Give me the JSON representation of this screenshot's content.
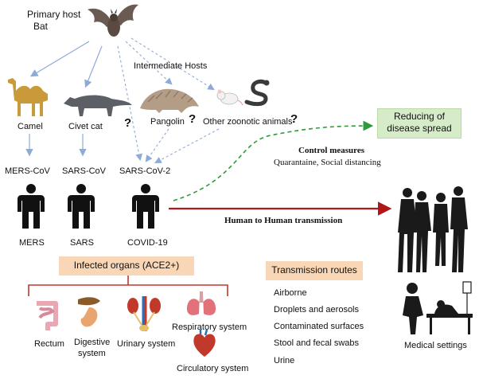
{
  "primary_host": {
    "line1": "Primary host",
    "line2": "Bat"
  },
  "intermediate_hosts_label": "Intermediate Hosts",
  "animals": {
    "camel": "Camel",
    "civet": "Civet cat",
    "pangolin": "Pangolin",
    "other": "Other zoonotic animals"
  },
  "question_mark": "?",
  "viruses": {
    "mers": "MERS-CoV",
    "sars": "SARS-CoV",
    "sars2": "SARS-CoV-2"
  },
  "diseases": {
    "mers": "MERS",
    "sars": "SARS",
    "covid": "COVID-19"
  },
  "reducing_box": {
    "line1": "Reducing  of",
    "line2": "disease spread"
  },
  "control": {
    "title": "Control measures",
    "items": "Quarantaine,  Social distancing"
  },
  "transmission_h2h": "Human to Human transmission",
  "infected_organs": {
    "title": "Infected organs  (ACE2+)",
    "rectum": "Rectum",
    "digestive1": "Digestive",
    "digestive2": "system",
    "urinary": "Urinary system",
    "respiratory": "Respiratory system",
    "circulatory": "Circulatory system"
  },
  "routes": {
    "title": "Transmission routes",
    "items": [
      "Airborne",
      "Droplets and aerosols",
      "Contaminated surfaces",
      "Stool and fecal swabs",
      "Urine"
    ]
  },
  "medical_settings": "Medical settings",
  "colors": {
    "arrow_blue": "#8eaad6",
    "arrow_red": "#b01818",
    "arrow_green": "#2f9a3a",
    "organ_bracket": "#c0392b",
    "green_box": "#d6ecc8",
    "orange_box": "#f9d7b6"
  }
}
